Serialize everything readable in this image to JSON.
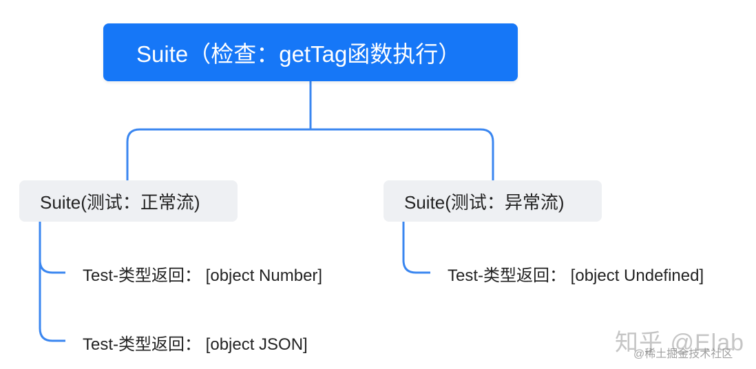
{
  "root": {
    "label": "Suite（检查：getTag函数执行）"
  },
  "suites": [
    {
      "label": "Suite(测试：正常流)",
      "tests": [
        "Test-类型返回： [object Number]",
        "Test-类型返回： [object JSON]"
      ]
    },
    {
      "label": "Suite(测试：异常流)",
      "tests": [
        "Test-类型返回： [object Undefined]"
      ]
    }
  ],
  "watermark": {
    "main": "知乎 @Elab",
    "sub": "@稀土掘金技术社区"
  },
  "colors": {
    "accent": "#1677f7",
    "connector": "#3a86f0",
    "suite_bg": "#eef0f3"
  }
}
